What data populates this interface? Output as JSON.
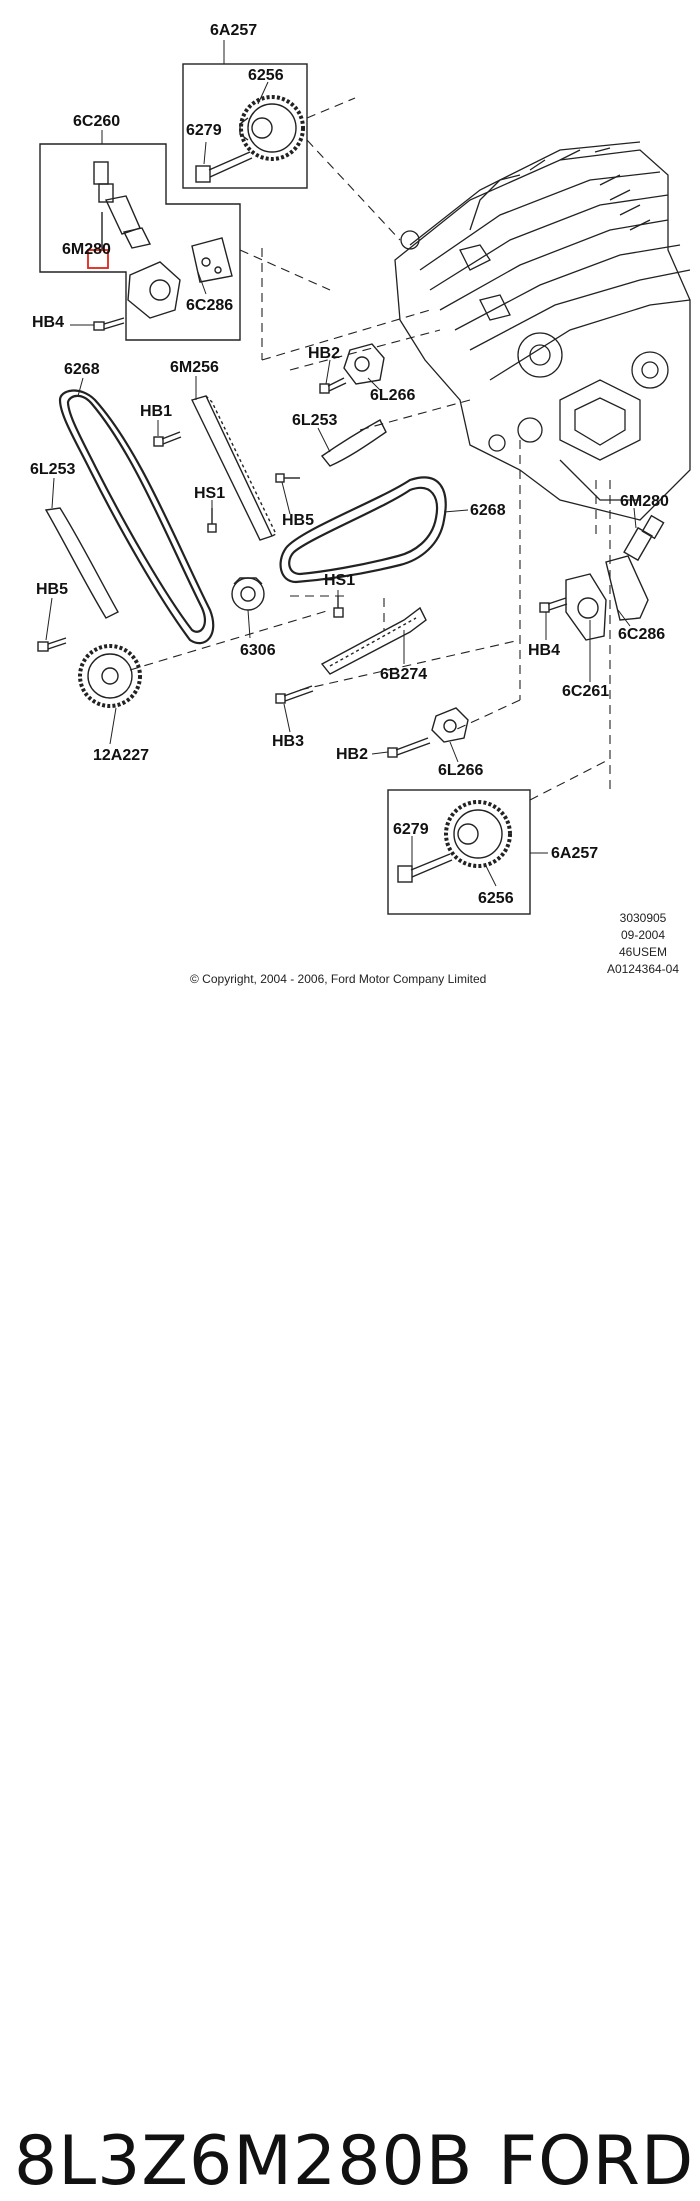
{
  "diagram": {
    "labels": {
      "6A257_top": "6A257",
      "6256_top": "6256",
      "6279_top": "6279",
      "6C260": "6C260",
      "6M280_left": "6M280",
      "6C286_top": "6C286",
      "HB4_left": "HB4",
      "HB2_top": "HB2",
      "6L266_top": "6L266",
      "6268_left": "6268",
      "6M256": "6M256",
      "HB1": "HB1",
      "6L253_mid": "6L253",
      "6L253_left": "6L253",
      "HS1_left": "HS1",
      "HB5_mid": "HB5",
      "6268_right": "6268",
      "6M280_right": "6M280",
      "HB5_left": "HB5",
      "HS1_mid": "HS1",
      "6306": "6306",
      "HB4_right": "HB4",
      "6C286_right": "6C286",
      "6B274": "6B274",
      "6C261": "6C261",
      "12A227": "12A227",
      "HB3": "HB3",
      "HB2_bottom": "HB2",
      "6L266_bottom": "6L266",
      "6279_bottom": "6279",
      "6A257_bottom": "6A257",
      "6256_bottom": "6256"
    },
    "highlight_color": "#e2231a",
    "meta": {
      "line1": "3030905",
      "line2": "09-2004",
      "line3": "46USEM",
      "line4": "A0124364-04"
    },
    "copyright": "© Copyright, 2004 - 2006, Ford Motor Company Limited"
  },
  "caption": {
    "part_number": "8L3Z6M280B",
    "brand": "FORD"
  }
}
